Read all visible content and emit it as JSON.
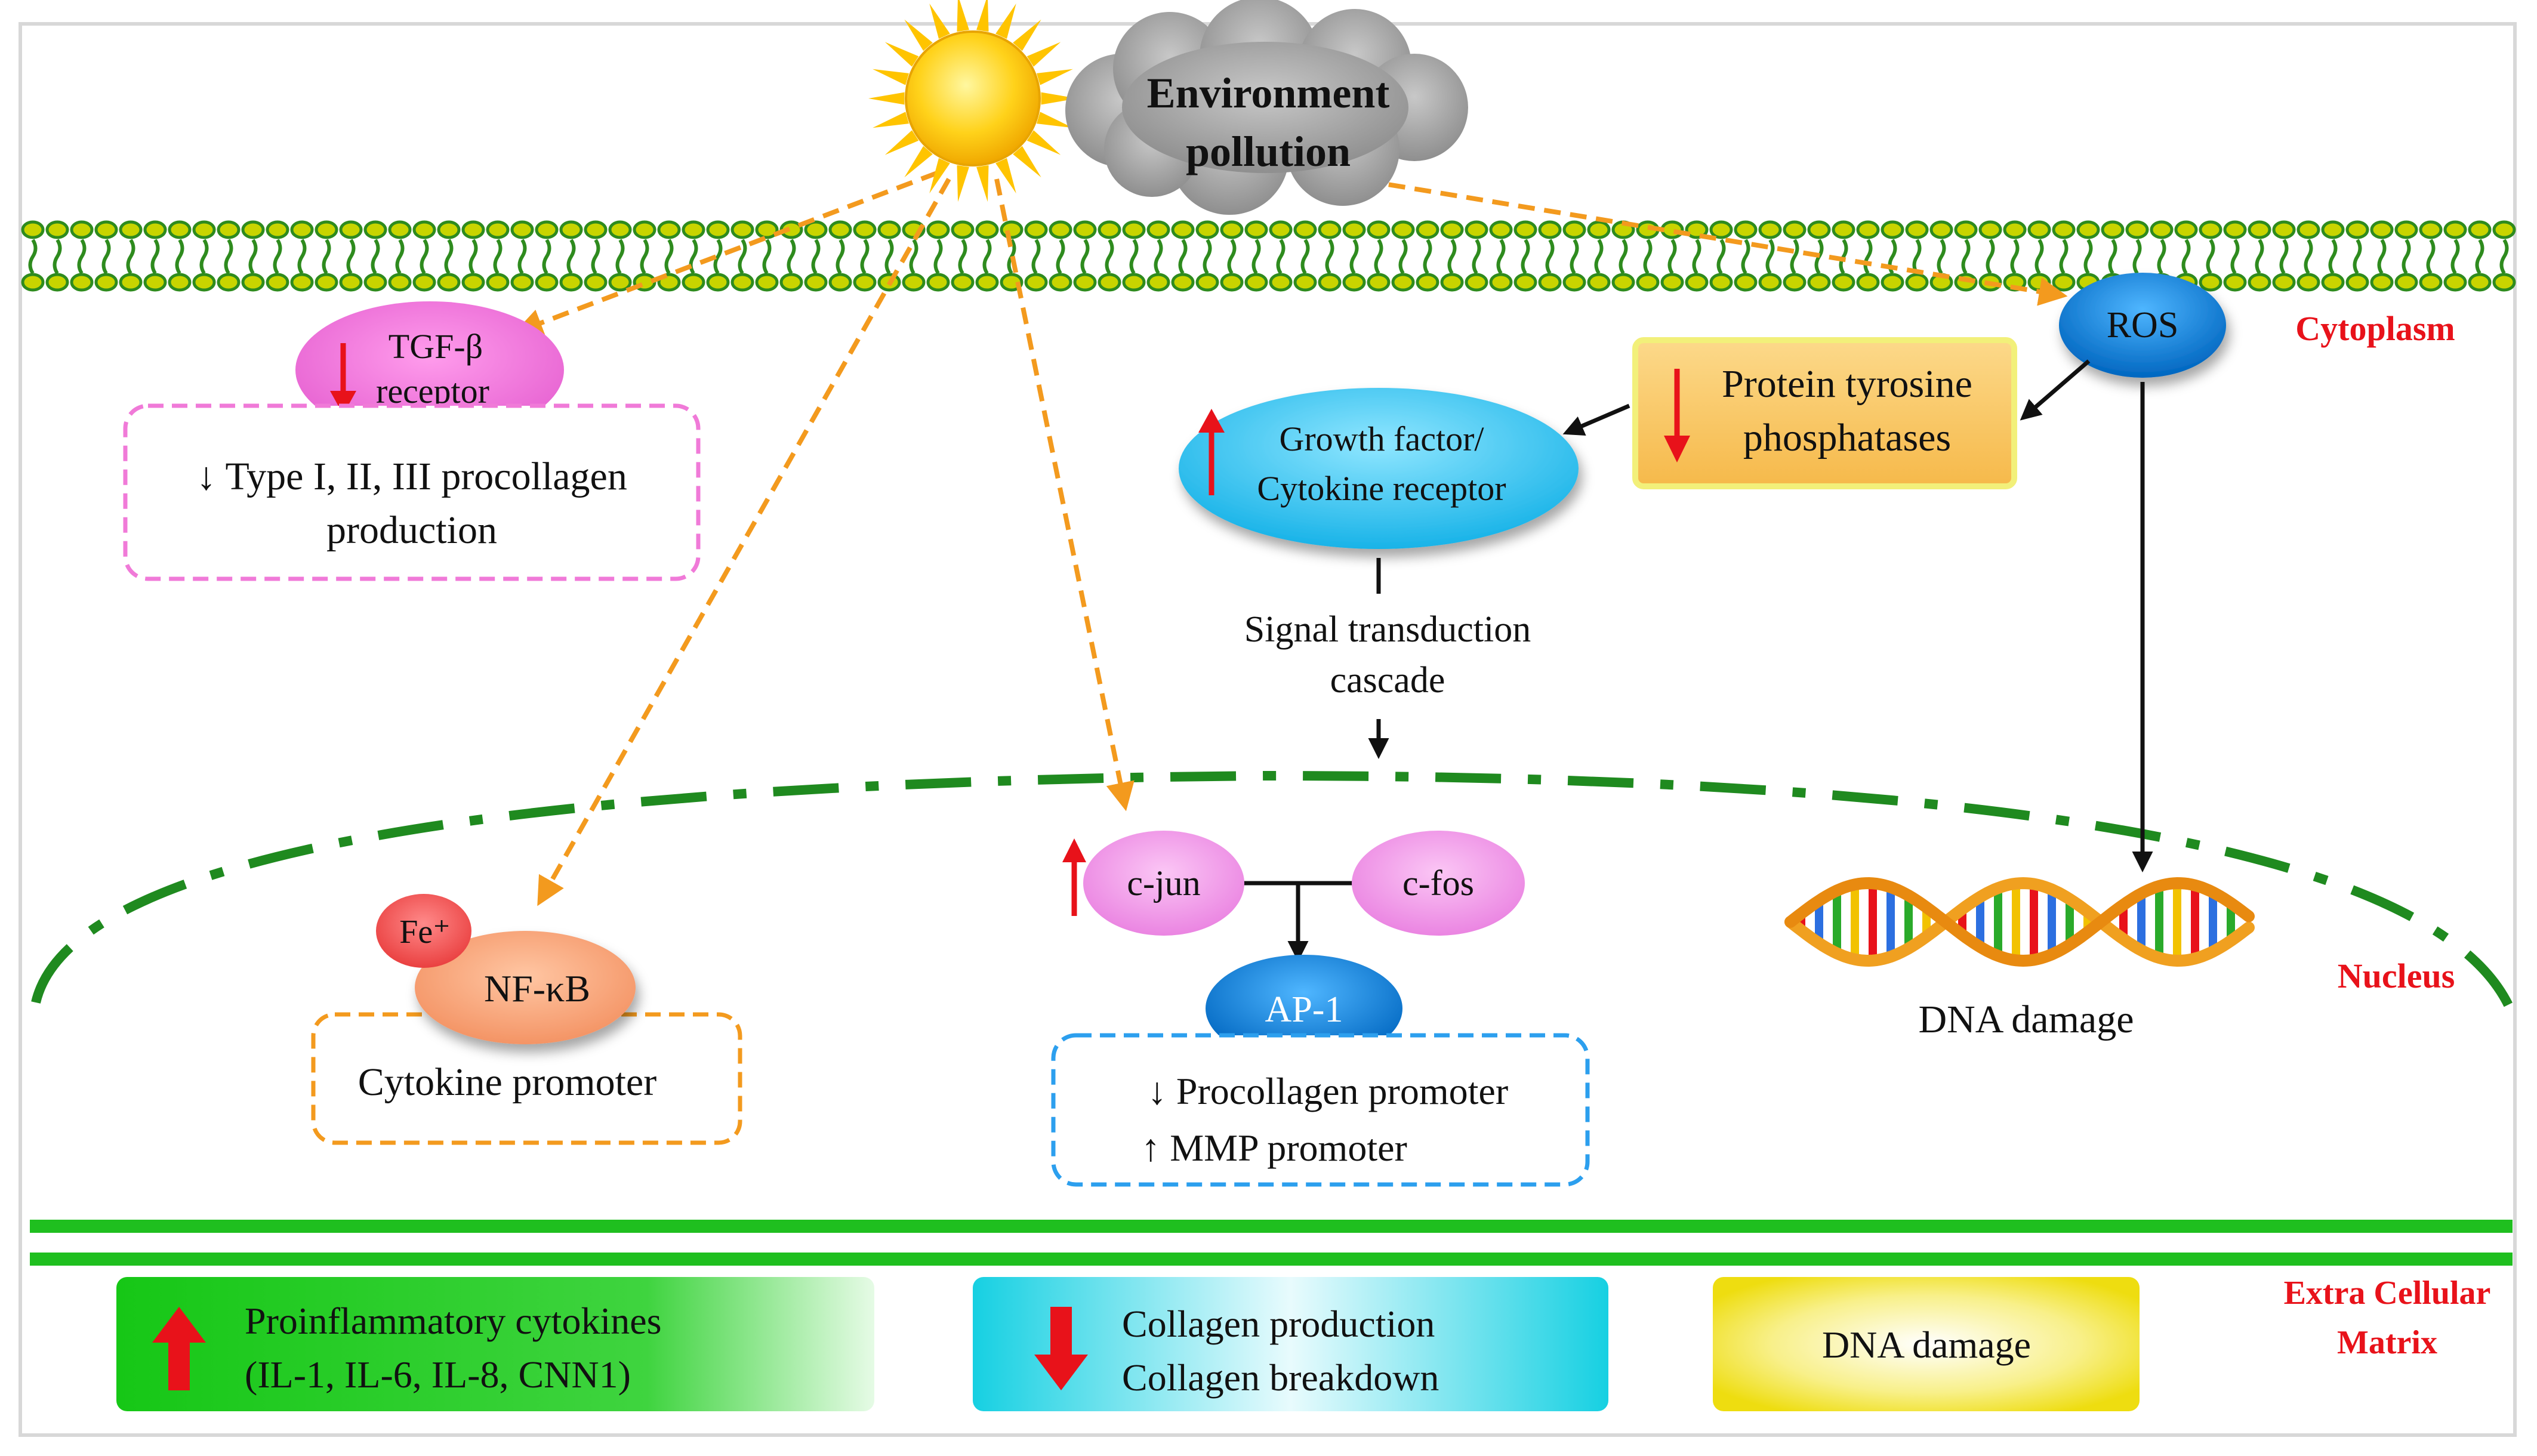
{
  "sources": {
    "environment_line1": "Environment",
    "environment_line2": "pollution"
  },
  "compartments": {
    "cytoplasm": "Cytoplasm",
    "nucleus": "Nucleus",
    "ecm_line1": "Extra Cellular",
    "ecm_line2": "Matrix"
  },
  "nodes": {
    "tgf_line1": "TGF-β",
    "tgf_line2": "receptor",
    "procollagen_box_line1": "↓ Type I, II, III procollagen",
    "procollagen_box_line2": "production",
    "ros": "ROS",
    "ptp_line1": "Protein tyrosine",
    "ptp_line2": "phosphatases",
    "growth_line1": "Growth factor/",
    "growth_line2": "Cytokine receptor",
    "signal_line1": "Signal transduction",
    "signal_line2": "cascade",
    "cjun": "c-jun",
    "cfos": "c-fos",
    "ap1": "AP-1",
    "ap1_box_line1": "↓ Procollagen promoter",
    "ap1_box_line2": "↑ MMP promoter",
    "fe": "Fe⁺",
    "nfkb": "NF-κB",
    "cytokine_promoter": "Cytokine promoter",
    "dna_damage": "DNA damage"
  },
  "legend": {
    "green_line1": "Proinflammatory cytokines",
    "green_line2": "(IL-1, IL-6, IL-8, CNN1)",
    "cyan_line1": "Collagen production",
    "cyan_line2": "Collagen breakdown",
    "yellow": "DNA damage"
  },
  "colors": {
    "membrane_green": "#2e8b1e",
    "membrane_head": "#c8d400",
    "orange_arrow": "#f39a1e",
    "red_label": "#e8121a",
    "tgf_pink": "#ec6fd6",
    "ros_blue": "#0a7fd8",
    "cyan": "#2cc3f0",
    "ptp_yellow": "#f8c860",
    "nfkb_orange": "#f7a477",
    "cjun_pink": "#f0a0f0",
    "legend_green": "#2ad12a",
    "legend_cyan": "#22d6e6",
    "legend_yellow": "#f1e21c"
  }
}
